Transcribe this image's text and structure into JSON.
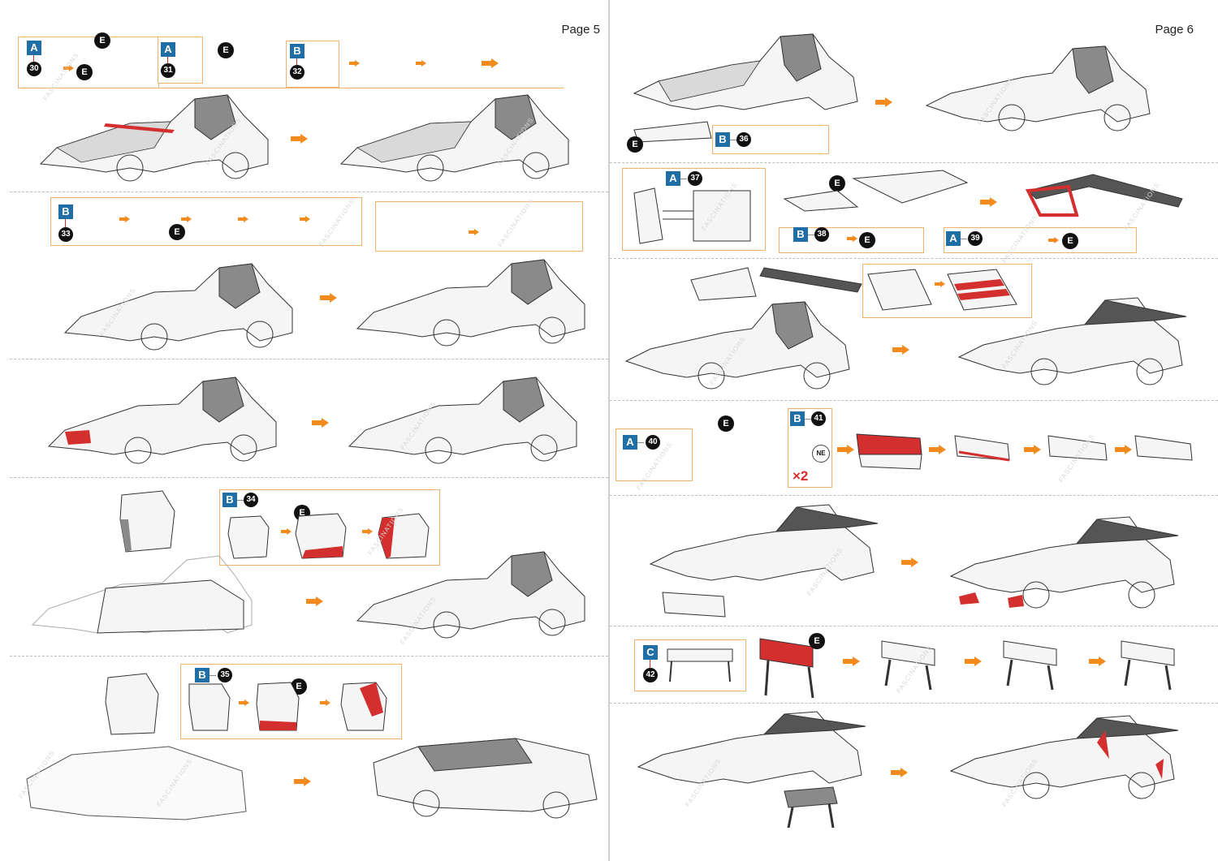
{
  "pages": [
    {
      "label": "Page 5"
    },
    {
      "label": "Page 6"
    }
  ],
  "marker_e": "E",
  "ne_label": "NE",
  "quantity_label": "×2",
  "watermark": "FASCINATIONS",
  "steps_p5": [
    {
      "tag": "A",
      "num": "30"
    },
    {
      "tag": "A",
      "num": "31"
    },
    {
      "tag": "B",
      "num": "32"
    },
    {
      "tag": "B",
      "num": "33"
    },
    {
      "tag": "B",
      "num": "34"
    },
    {
      "tag": "B",
      "num": "35"
    }
  ],
  "steps_p6": [
    {
      "tag": "B",
      "num": "36"
    },
    {
      "tag": "A",
      "num": "37"
    },
    {
      "tag": "B",
      "num": "38"
    },
    {
      "tag": "A",
      "num": "39"
    },
    {
      "tag": "A",
      "num": "40"
    },
    {
      "tag": "B",
      "num": "41"
    },
    {
      "tag": "C",
      "num": "42"
    }
  ],
  "colors": {
    "accent_orange": "#f28a1e",
    "box_border": "#f2b26b",
    "tag_blue": "#1f6fa6",
    "glue_red": "#d32f2f",
    "guide_blue": "#2aa0d8"
  }
}
